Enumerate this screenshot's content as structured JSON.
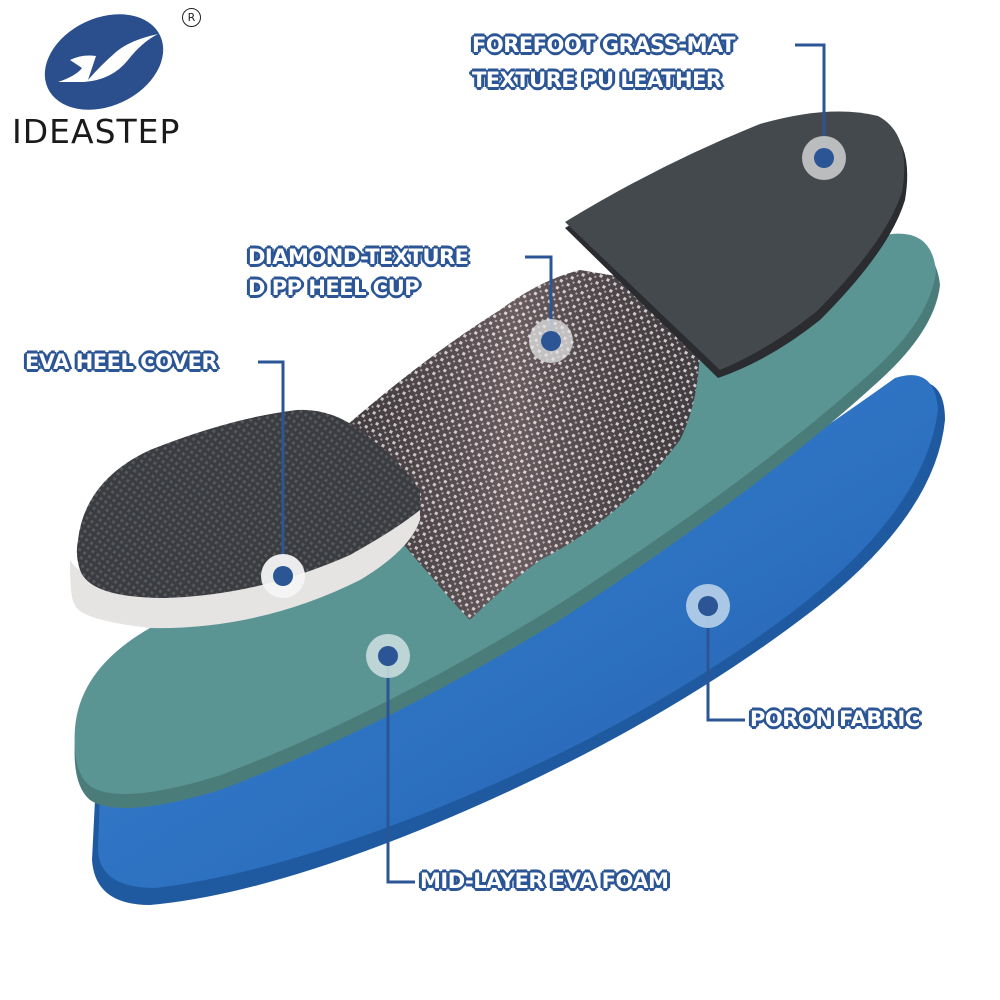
{
  "brand": {
    "name": "IDEASTEP",
    "registered_mark": "R",
    "logo_color": "#2b4f8c"
  },
  "callouts": [
    {
      "id": "forefoot",
      "lines": [
        "FOREFOOT GRASS-MAT",
        "TEXTURE PU LEATHER"
      ],
      "marker": [
        824,
        158
      ]
    },
    {
      "id": "heel-cup",
      "lines": [
        "DIAMOND-TEXTURE",
        "D PP HEEL CUP"
      ],
      "marker": [
        551,
        341
      ]
    },
    {
      "id": "heel-cover",
      "lines": [
        "EVA HEEL COVER"
      ],
      "marker": [
        283,
        576
      ]
    },
    {
      "id": "poron",
      "lines": [
        "PORON FABRIC"
      ],
      "marker": [
        708,
        606
      ]
    },
    {
      "id": "mid-layer",
      "lines": [
        "MID-LAYER EVA FOAM"
      ],
      "marker": [
        388,
        656
      ]
    }
  ],
  "colors": {
    "label_outline": "#2b5595",
    "leader_line": "#2b5595",
    "forefoot_pu": "#3f4448",
    "heel_cover_top": "#3a3c40",
    "heel_cover_side": "#e6e4e3",
    "heel_cup": "#7a7272",
    "teal_layer": "#5a9594",
    "teal_edge": "#4a7c7a",
    "blue_layer": "#2f74c0",
    "blue_edge": "#1f5aa0"
  }
}
